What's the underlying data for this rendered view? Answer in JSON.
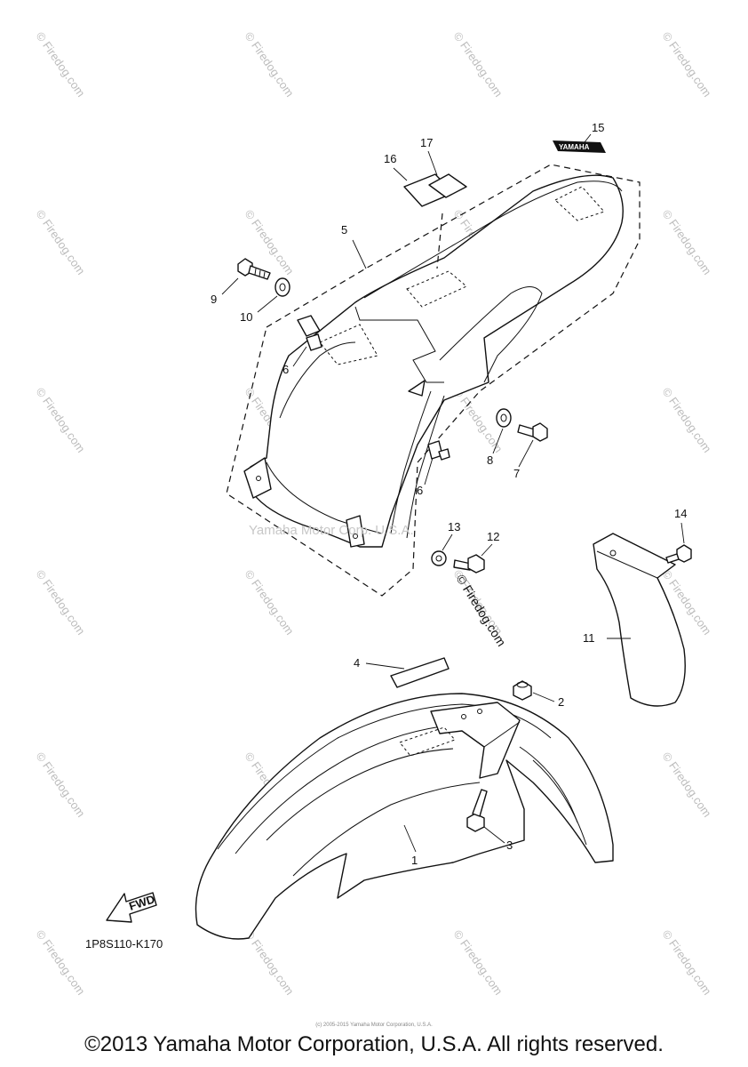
{
  "diagram": {
    "code": "1P8S110-K170",
    "fwd_label": "FWD",
    "sticker_15_text": "YAMAHA",
    "watermarks": {
      "center": "Yamaha Motor Corp. U.S.A.",
      "firedog": "© Firedog.com",
      "tile": "© Firedog.com"
    },
    "callouts": [
      {
        "id": "1",
        "label": "1"
      },
      {
        "id": "2",
        "label": "2"
      },
      {
        "id": "3",
        "label": "3"
      },
      {
        "id": "4",
        "label": "4"
      },
      {
        "id": "5",
        "label": "5"
      },
      {
        "id": "6a",
        "label": "6"
      },
      {
        "id": "6b",
        "label": "6"
      },
      {
        "id": "7",
        "label": "7"
      },
      {
        "id": "8",
        "label": "8"
      },
      {
        "id": "9",
        "label": "9"
      },
      {
        "id": "10",
        "label": "10"
      },
      {
        "id": "11",
        "label": "11"
      },
      {
        "id": "12",
        "label": "12"
      },
      {
        "id": "13",
        "label": "13"
      },
      {
        "id": "14",
        "label": "14"
      },
      {
        "id": "15",
        "label": "15"
      },
      {
        "id": "16",
        "label": "16"
      },
      {
        "id": "17",
        "label": "17"
      }
    ]
  },
  "footer": {
    "copyright": "©2013 Yamaha Motor Corporation, U.S.A. All rights reserved.",
    "fine_print": "(c) 2005-2015 Yamaha Motor Corporation, U.S.A."
  }
}
